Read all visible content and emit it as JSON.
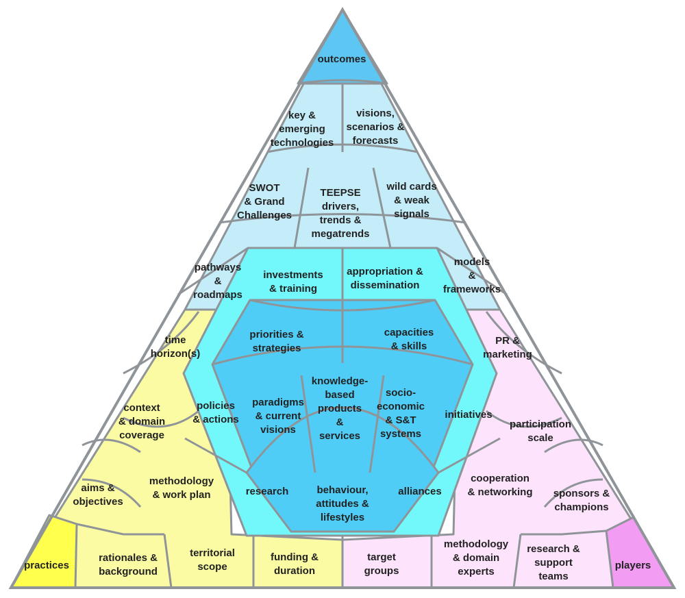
{
  "colors": {
    "top_light": "#c5edf9",
    "top_tip": "#5ec6f3",
    "cyan": "#72f7fb",
    "blue_core": "#4fcdf7",
    "yellow": "#fbfba3",
    "yellow_tip": "#ffff4d",
    "pink": "#fde3fb",
    "pink_tip": "#f29cf3",
    "outline": "#8f9499"
  },
  "pieces": [
    {
      "id": "outcomes",
      "label": "outcomes"
    },
    {
      "id": "key-emerging-technologies",
      "label": "key &\nemerging\ntechnologies"
    },
    {
      "id": "visions-scenarios",
      "label": "visions,\nscenarios &\nforecasts"
    },
    {
      "id": "swot",
      "label": "SWOT\n& Grand\nChallenges"
    },
    {
      "id": "teepse",
      "label": "TEEPSE\ndrivers,\ntrends &\nmegatrends"
    },
    {
      "id": "wild-cards",
      "label": "wild cards\n& weak\nsignals"
    },
    {
      "id": "pathways",
      "label": "pathways\n&\nroadmaps"
    },
    {
      "id": "investments",
      "label": "investments\n& training"
    },
    {
      "id": "appropriation",
      "label": "appropriation &\ndissemination"
    },
    {
      "id": "models",
      "label": "models\n&\nframeworks"
    },
    {
      "id": "time-horizon",
      "label": "time\nhorizon(s)"
    },
    {
      "id": "priorities",
      "label": "priorities &\nstrategies"
    },
    {
      "id": "capacities",
      "label": "capacities\n& skills"
    },
    {
      "id": "pr-marketing",
      "label": "PR &\nmarketing"
    },
    {
      "id": "context",
      "label": "context\n& domain\ncoverage"
    },
    {
      "id": "policies",
      "label": "policies\n& actions"
    },
    {
      "id": "paradigms",
      "label": "paradigms\n& current\nvisions"
    },
    {
      "id": "knowledge-based",
      "label": "knowledge-\nbased\nproducts\n&\nservices"
    },
    {
      "id": "socio-economic",
      "label": "socio-\neconomic\n& S&T\nsystems"
    },
    {
      "id": "initiatives",
      "label": "initiatives"
    },
    {
      "id": "participation",
      "label": "participation\nscale"
    },
    {
      "id": "aims",
      "label": "aims &\nobjectives"
    },
    {
      "id": "methodology-work-plan",
      "label": "methodology\n& work plan"
    },
    {
      "id": "research",
      "label": "research"
    },
    {
      "id": "behaviour",
      "label": "behaviour,\nattitudes &\nlifestyles"
    },
    {
      "id": "alliances",
      "label": "alliances"
    },
    {
      "id": "cooperation",
      "label": "cooperation\n& networking"
    },
    {
      "id": "sponsors",
      "label": "sponsors &\nchampions"
    },
    {
      "id": "practices",
      "label": "practices"
    },
    {
      "id": "rationales",
      "label": "rationales &\nbackground"
    },
    {
      "id": "territorial",
      "label": "territorial\nscope"
    },
    {
      "id": "funding",
      "label": "funding &\nduration"
    },
    {
      "id": "target-groups",
      "label": "target\ngroups"
    },
    {
      "id": "methodology-experts",
      "label": "methodology\n& domain\nexperts"
    },
    {
      "id": "research-support",
      "label": "research &\nsupport\nteams"
    },
    {
      "id": "players",
      "label": "players"
    }
  ]
}
